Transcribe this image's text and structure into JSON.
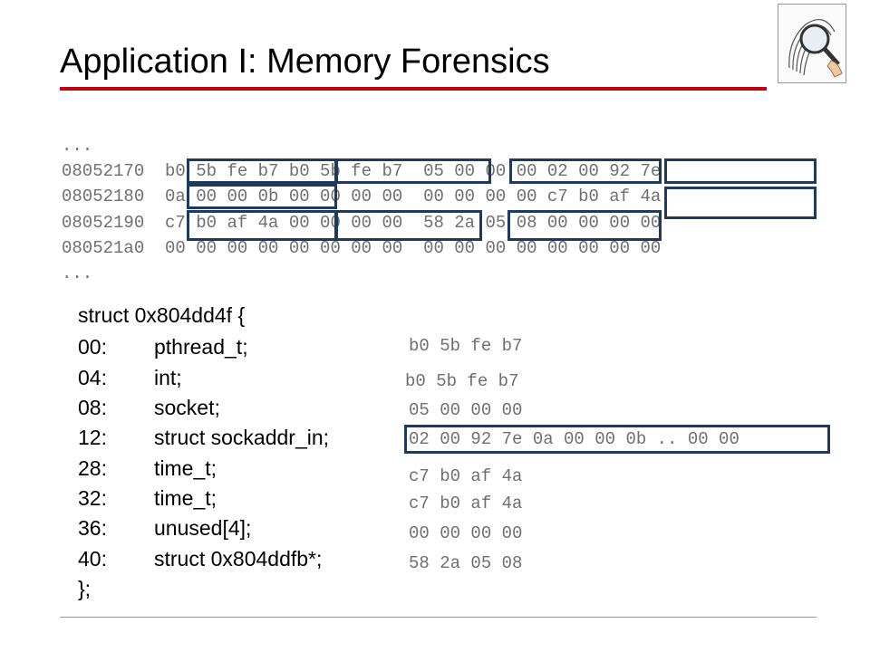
{
  "title": "Application I: Memory Forensics",
  "logo": {
    "icon": "fingerprint-magnifier-icon"
  },
  "dump": {
    "ellipsis_top": "...",
    "rows": [
      {
        "addr": "08052170",
        "bytes": "b0 5b fe b7 b0 5b fe b7  05 00 00 00 02 00 92 7e"
      },
      {
        "addr": "08052180",
        "bytes": "0a 00 00 0b 00 00 00 00  00 00 00 00 c7 b0 af 4a"
      },
      {
        "addr": "08052190",
        "bytes": "c7 b0 af 4a 00 00 00 00  58 2a 05 08 00 00 00 00"
      },
      {
        "addr": "080521a0",
        "bytes": "00 00 00 00 00 00 00 00  00 00 00 00 00 00 00 00"
      }
    ],
    "ellipsis_bottom": "..."
  },
  "struct": {
    "header": "struct 0x804dd4f {",
    "fields": [
      {
        "offset": "00:",
        "type": "pthread_t;"
      },
      {
        "offset": "04:",
        "type": "int;"
      },
      {
        "offset": "08:",
        "type": "socket;"
      },
      {
        "offset": "12:",
        "type": "struct sockaddr_in;"
      },
      {
        "offset": "28:",
        "type": "time_t;"
      },
      {
        "offset": "32:",
        "type": "time_t;"
      },
      {
        "offset": "36:",
        "type": "unused[4];"
      },
      {
        "offset": "40:",
        "type": "struct 0x804ddfb*;"
      }
    ],
    "footer": "};"
  },
  "values": [
    "b0 5b fe b7",
    "b0 5b fe b7",
    "05 00 00 00",
    "02 00 92 7e 0a 00 00 0b .. 00 00",
    "c7 b0 af 4a",
    "c7 b0 af 4a",
    "00 00 00 00",
    "58 2a 05 08"
  ],
  "colors": {
    "accent_rule": "#c0000f",
    "highlight_box": "#1f3a5f",
    "hex_text": "#6f6f6f"
  }
}
